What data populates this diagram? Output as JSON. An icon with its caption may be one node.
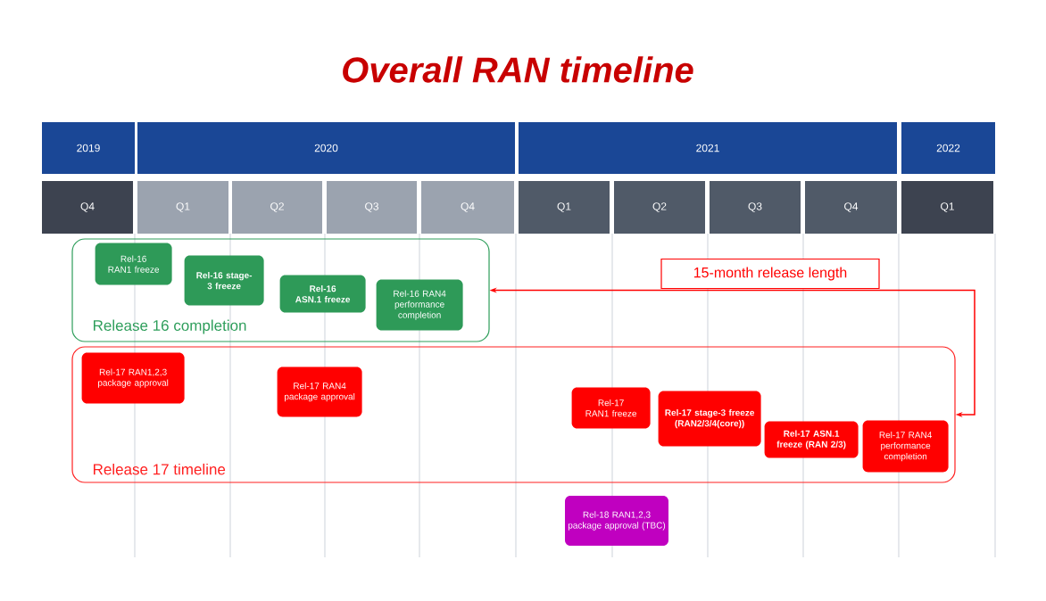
{
  "diagram": {
    "title": "Overall RAN timeline",
    "nodes": [
      {
        "text": [
          "2019"
        ]
      },
      {
        "text": [
          "2020"
        ]
      },
      {
        "text": [
          "2021"
        ]
      },
      {
        "text": [
          "2022"
        ]
      },
      {
        "text": [
          "Q4"
        ]
      },
      {
        "text": [
          "Q1"
        ]
      },
      {
        "text": [
          "Q2"
        ]
      },
      {
        "text": [
          "Q3"
        ]
      },
      {
        "text": [
          "Q4"
        ]
      },
      {
        "text": [
          "Q1"
        ]
      },
      {
        "text": [
          "Q2"
        ]
      },
      {
        "text": [
          "Q3"
        ]
      },
      {
        "text": [
          "Q4"
        ]
      },
      {
        "text": [
          "Q1"
        ]
      },
      {
        "text": [
          "Release 16 completion"
        ]
      },
      {
        "text": [
          "Rel-16 RAN1 freeze"
        ],
        "in": 14
      },
      {
        "text": [
          "Rel-16 stage-3 freeze"
        ],
        "in": 14
      },
      {
        "text": [
          "Rel-16 ASN.1 freeze"
        ],
        "in": 14
      },
      {
        "text": [
          "Rel-16 RAN4 performance completion"
        ],
        "in": 14
      },
      {
        "text": [
          "Release 17 timeline"
        ]
      },
      {
        "text": [
          "Rel-17 RAN1,2,3 package approval"
        ],
        "in": 19
      },
      {
        "text": [
          "Rel-17 RAN4 package approval"
        ],
        "in": 19
      },
      {
        "text": [
          "Rel-17 RAN1 freeze"
        ],
        "in": 19
      },
      {
        "text": [
          "Rel-17 stage-3 freeze (RAN2/3/4(core))"
        ],
        "in": 19
      },
      {
        "text": [
          "Rel-17 ASN.1 freeze (RAN 2/3)"
        ],
        "in": 19
      },
      {
        "text": [
          "Rel-17 RAN4 performance completion"
        ],
        "in": 19
      },
      {
        "text": [
          "Rel-18 RAN1,2,3 package approval (TBC)"
        ]
      }
    ],
    "edges": [
      {
        "from": 14,
        "to": 19,
        "arrow": "both",
        "label": "15-month release length",
        "color": "#ff0000"
      }
    ]
  }
}
